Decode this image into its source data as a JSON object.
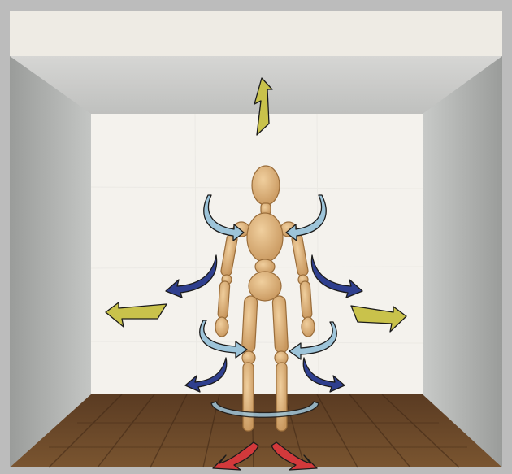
{
  "scene": {
    "subject": "wooden-artist-mannequin",
    "room": {
      "frame_color": "#b9b9b9",
      "ceiling_color": "#ece9e2",
      "back_wall_color": "#f3f1ec",
      "side_wall_color": "#a9aba9",
      "floor_color": "#6b4a2c"
    },
    "mannequin_color": "#d9b27e",
    "arrow_colors": {
      "yellow": "#c8c24a",
      "light_blue": "#9cc3d8",
      "dark_blue": "#2e3f8f",
      "red": "#d0383a"
    },
    "arrows": [
      {
        "name": "up-arrow",
        "color": "yellow"
      },
      {
        "name": "left-arrow",
        "color": "yellow"
      },
      {
        "name": "right-arrow",
        "color": "yellow"
      },
      {
        "name": "left-shoulder-arrow",
        "color": "light_blue"
      },
      {
        "name": "right-shoulder-arrow",
        "color": "light_blue"
      },
      {
        "name": "left-upper-diagonal-arrow",
        "color": "dark_blue"
      },
      {
        "name": "right-upper-diagonal-arrow",
        "color": "dark_blue"
      },
      {
        "name": "left-hip-arrow",
        "color": "light_blue"
      },
      {
        "name": "right-hip-arrow",
        "color": "light_blue"
      },
      {
        "name": "left-lower-diagonal-arrow",
        "color": "dark_blue"
      },
      {
        "name": "right-lower-diagonal-arrow",
        "color": "dark_blue"
      },
      {
        "name": "leg-rotation-arrow",
        "color": "light_blue"
      },
      {
        "name": "left-foot-arrow",
        "color": "red"
      },
      {
        "name": "right-foot-arrow",
        "color": "red"
      }
    ]
  }
}
